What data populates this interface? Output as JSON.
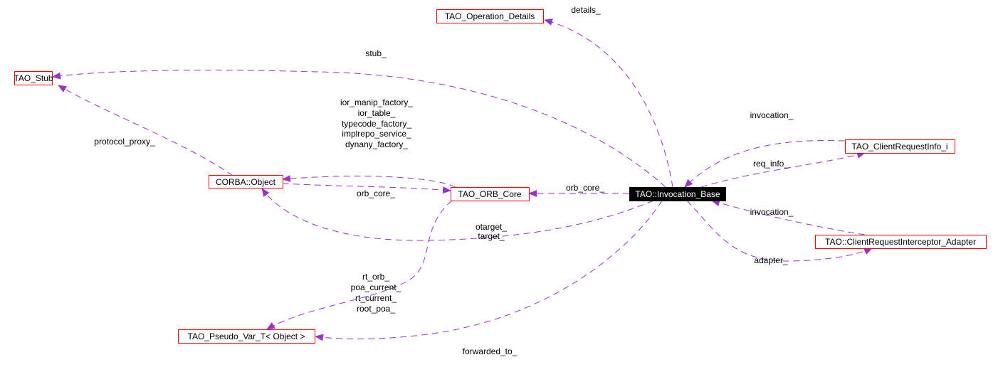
{
  "nodes": {
    "operation_details": "TAO_Operation_Details",
    "stub": "TAO_Stub",
    "corba_object": "CORBA::Object",
    "orb_core": "TAO_ORB_Core",
    "invocation_base": "TAO::Invocation_Base",
    "client_request_info": "TAO_ClientRequestInfo_i",
    "interceptor_adapter": "TAO::ClientRequestInterceptor_Adapter",
    "pseudo_var": "TAO_Pseudo_Var_T< Object >"
  },
  "edge_labels": {
    "details": "details_",
    "stub": "stub_",
    "orb_core_factories": [
      "ior_manip_factory_",
      "ior_table_",
      "typecode_factory_",
      "implrepo_service_",
      "dynany_factory_"
    ],
    "protocol_proxy": "protocol_proxy_",
    "invocation_top": "invocation_",
    "req_info": "req_info_",
    "orb_core_from_object": "orb_core_",
    "orb_core_from_invocation": "orb_core_",
    "invocation_bottom": "invocation_",
    "targets": [
      "otarget_",
      "target_"
    ],
    "adapter": "adapter_",
    "pseudo_vars": [
      "rt_orb_",
      "poa_current_",
      "rt_current_",
      "root_poa_"
    ],
    "forwarded_to": "forwarded_to_"
  },
  "colors": {
    "edge": "#9a32cd",
    "node_border": "#ff0000",
    "main_node": "#000000"
  }
}
